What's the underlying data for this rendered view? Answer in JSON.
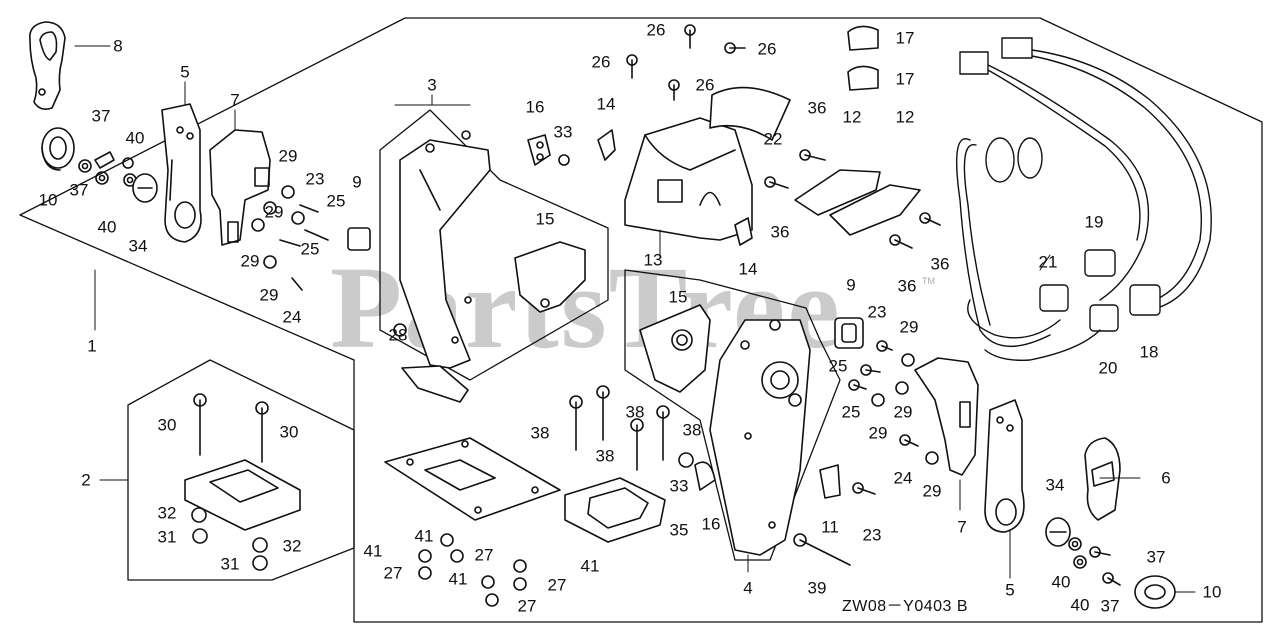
{
  "watermark": {
    "text": "PartsTree",
    "tm": "TM"
  },
  "diagram_code": "ZW08－Y0403 B",
  "callouts": {
    "c1": "1",
    "c2": "2",
    "c3": "3",
    "c4": "4",
    "c5a": "5",
    "c5b": "5",
    "c6": "6",
    "c7a": "7",
    "c7b": "7",
    "c8": "8",
    "c9a": "9",
    "c9b": "9",
    "c10a": "10",
    "c10b": "10",
    "c11": "11",
    "c12a": "12",
    "c12b": "12",
    "c13": "13",
    "c14a": "14",
    "c14b": "14",
    "c15a": "15",
    "c15b": "15",
    "c16a": "16",
    "c16b": "16",
    "c17a": "17",
    "c17b": "17",
    "c18": "18",
    "c19": "19",
    "c20": "20",
    "c21": "21",
    "c22": "22",
    "c23a": "23",
    "c23b": "23",
    "c23c": "23",
    "c24a": "24",
    "c24b": "24",
    "c25a": "25",
    "c25b": "25",
    "c25c": "25",
    "c25d": "25",
    "c26a": "26",
    "c26b": "26",
    "c26c": "26",
    "c26d": "26",
    "c27a": "27",
    "c27b": "27",
    "c27c": "27",
    "c27d": "27",
    "c28": "28",
    "c29a": "29",
    "c29b": "29",
    "c29c": "29",
    "c29d": "29",
    "c29e": "29",
    "c29f": "29",
    "c29g": "29",
    "c30a": "30",
    "c30b": "30",
    "c31a": "31",
    "c31b": "31",
    "c32a": "32",
    "c32b": "32",
    "c33a": "33",
    "c33b": "33",
    "c34a": "34",
    "c34b": "34",
    "c35": "35",
    "c36a": "36",
    "c36b": "36",
    "c36c": "36",
    "c36d": "36",
    "c37a": "37",
    "c37b": "37",
    "c37c": "37",
    "c37d": "37",
    "c38a": "38",
    "c38b": "38",
    "c38c": "38",
    "c38d": "38",
    "c39": "39",
    "c40a": "40",
    "c40b": "40",
    "c40c": "40",
    "c40d": "40",
    "c41a": "41",
    "c41b": "41",
    "c41c": "41",
    "c41d": "41"
  }
}
